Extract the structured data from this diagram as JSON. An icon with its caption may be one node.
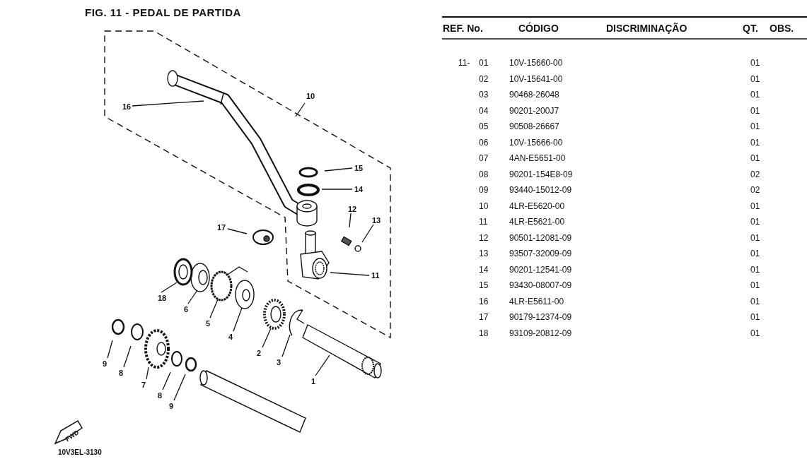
{
  "diagram": {
    "title": "FIG. 11 - PEDAL DE PARTIDA",
    "nodes": [
      {
        "text": [
          "16"
        ]
      },
      {
        "text": [
          "10"
        ]
      },
      {
        "text": [
          "15"
        ]
      },
      {
        "text": [
          "14"
        ]
      },
      {
        "text": [
          "12"
        ]
      },
      {
        "text": [
          "13"
        ]
      },
      {
        "text": [
          "17"
        ]
      },
      {
        "text": [
          "11"
        ]
      },
      {
        "text": [
          "18"
        ]
      },
      {
        "text": [
          "6"
        ]
      },
      {
        "text": [
          "5"
        ]
      },
      {
        "text": [
          "4"
        ]
      },
      {
        "text": [
          "2"
        ]
      },
      {
        "text": [
          "3"
        ]
      },
      {
        "text": [
          "9"
        ]
      },
      {
        "text": [
          "8"
        ]
      },
      {
        "text": [
          "7"
        ]
      },
      {
        "text": [
          "8"
        ]
      },
      {
        "text": [
          "9"
        ]
      },
      {
        "text": [
          "1"
        ]
      }
    ],
    "edges": [
      {
        "from": 0,
        "to": null,
        "arrow": "none"
      },
      {
        "from": 1,
        "to": null,
        "arrow": "none"
      },
      {
        "from": 2,
        "to": null,
        "arrow": "none"
      },
      {
        "from": 3,
        "to": null,
        "arrow": "none"
      },
      {
        "from": 4,
        "to": null,
        "arrow": "none"
      },
      {
        "from": 5,
        "to": null,
        "arrow": "none"
      },
      {
        "from": 6,
        "to": null,
        "arrow": "none"
      },
      {
        "from": 7,
        "to": null,
        "arrow": "none"
      },
      {
        "from": 8,
        "to": null,
        "arrow": "none"
      },
      {
        "from": 9,
        "to": null,
        "arrow": "none"
      },
      {
        "from": 10,
        "to": null,
        "arrow": "none"
      },
      {
        "from": 11,
        "to": null,
        "arrow": "none"
      },
      {
        "from": 12,
        "to": null,
        "arrow": "none"
      },
      {
        "from": 13,
        "to": null,
        "arrow": "none"
      },
      {
        "from": 14,
        "to": null,
        "arrow": "none"
      },
      {
        "from": 15,
        "to": null,
        "arrow": "none"
      },
      {
        "from": 16,
        "to": null,
        "arrow": "none"
      },
      {
        "from": 17,
        "to": null,
        "arrow": "none"
      },
      {
        "from": 18,
        "to": null,
        "arrow": "none"
      },
      {
        "from": 19,
        "to": null,
        "arrow": "none"
      }
    ],
    "labels": [
      "REF. No.",
      "CÓDIGO",
      "DISCRIMINAÇÃO",
      "QT.",
      "OBS.",
      "11-",
      "01",
      "10V-15660-00",
      "01",
      "02",
      "10V-15641-00",
      "01",
      "03",
      "90468-26048",
      "01",
      "04",
      "90201-200J7",
      "01",
      "05",
      "90508-26667",
      "01",
      "06",
      "10V-15666-00",
      "01",
      "07",
      "4AN-E5651-00",
      "01",
      "08",
      "90201-154E8-09",
      "02",
      "09",
      "93440-15012-09",
      "02",
      "10",
      "4LR-E5620-00",
      "01",
      "11",
      "4LR-E5621-00",
      "01",
      "12",
      "90501-12081-09",
      "01",
      "13",
      "93507-32009-09",
      "01",
      "14",
      "90201-12541-09",
      "01",
      "15",
      "93430-08007-09",
      "01",
      "16",
      "4LR-E5611-00",
      "01",
      "17",
      "90179-12374-09",
      "01",
      "18",
      "93109-20812-09",
      "01",
      "FWD",
      "10V3EL-3130"
    ]
  }
}
